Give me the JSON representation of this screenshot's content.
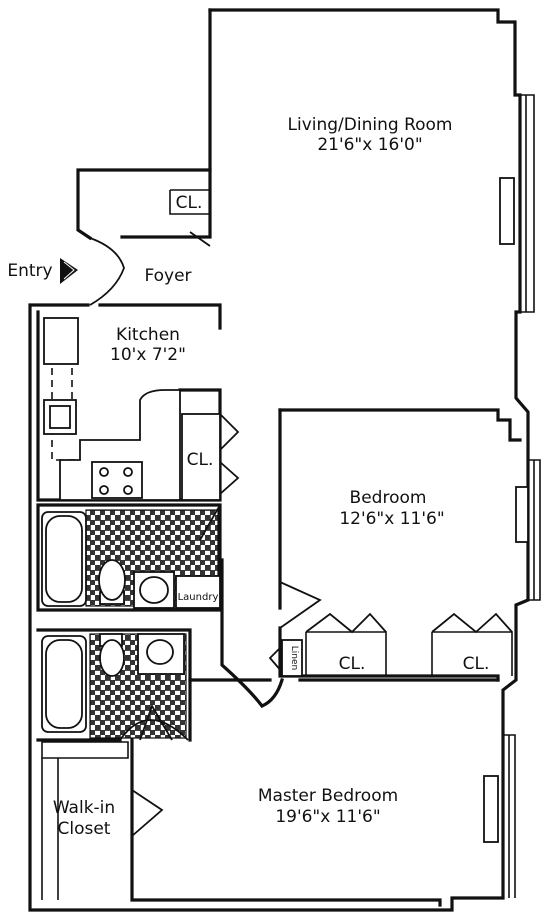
{
  "entry": {
    "label": "Entry"
  },
  "rooms": {
    "living_dining": {
      "name": "Living/Dining Room",
      "size": "21'6\"x 16'0\""
    },
    "foyer": {
      "name": "Foyer"
    },
    "kitchen": {
      "name": "Kitchen",
      "size": "10'x 7'2\""
    },
    "bedroom": {
      "name": "Bedroom",
      "size": "12'6\"x 11'6\""
    },
    "master_bedroom": {
      "name": "Master Bedroom",
      "size": "19'6\"x 11'6\""
    },
    "walk_in_closet": {
      "line1": "Walk-in",
      "line2": "Closet"
    }
  },
  "closets": {
    "foyer_closet": "CL.",
    "kitchen_closet": "CL.",
    "bedroom_closet_left": "CL.",
    "bedroom_closet_right": "CL."
  },
  "utility": {
    "laundry": "Laundry",
    "linen": "Linen"
  },
  "colors": {
    "line": "#111111",
    "background": "#ffffff"
  }
}
